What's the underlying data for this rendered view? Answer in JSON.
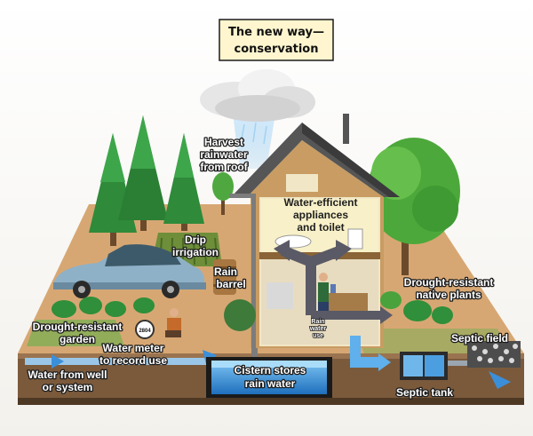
{
  "title": {
    "line1": "The new way—",
    "line2": "conservation"
  },
  "labels": {
    "harvest": [
      "Harvest",
      "rainwater",
      "from roof"
    ],
    "appliances": [
      "Water-efficient",
      "appliances",
      "and toilet"
    ],
    "drip": [
      "Drip",
      "irrigation"
    ],
    "rain_barrel": [
      "Rain",
      "barrel"
    ],
    "native_plants": [
      "Drought-resistant",
      "native plants"
    ],
    "garden": [
      "Drought-resistant",
      "garden"
    ],
    "meter": [
      "Water meter",
      "to record use"
    ],
    "meter_face": "2804",
    "well": [
      "Water from well",
      "or system"
    ],
    "cistern": [
      "Cistern stores",
      "rain water"
    ],
    "septic_field": "Septic field",
    "septic_tank": "Septic tank",
    "rain_use": [
      "Rain",
      "water",
      "use"
    ]
  },
  "icons": [
    "cloud-icon",
    "tree-icon",
    "house-icon",
    "car-icon",
    "rain-barrel-icon",
    "water-meter-icon",
    "cistern-icon",
    "septic-tank-icon",
    "flow-arrow-icon"
  ],
  "colors": {
    "water": "#3b8fd8",
    "ground": "#d8a874",
    "grass": "#3f9a3a",
    "label_stroke": "#1c1c1c"
  }
}
